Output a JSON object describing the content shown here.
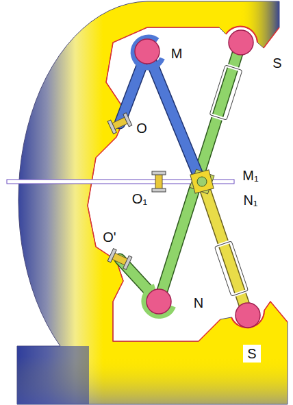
{
  "diagram": {
    "labels": [
      "M",
      "S",
      "O",
      "M₁",
      "N₁",
      "O₁",
      "O'",
      "N",
      "S"
    ]
  }
}
